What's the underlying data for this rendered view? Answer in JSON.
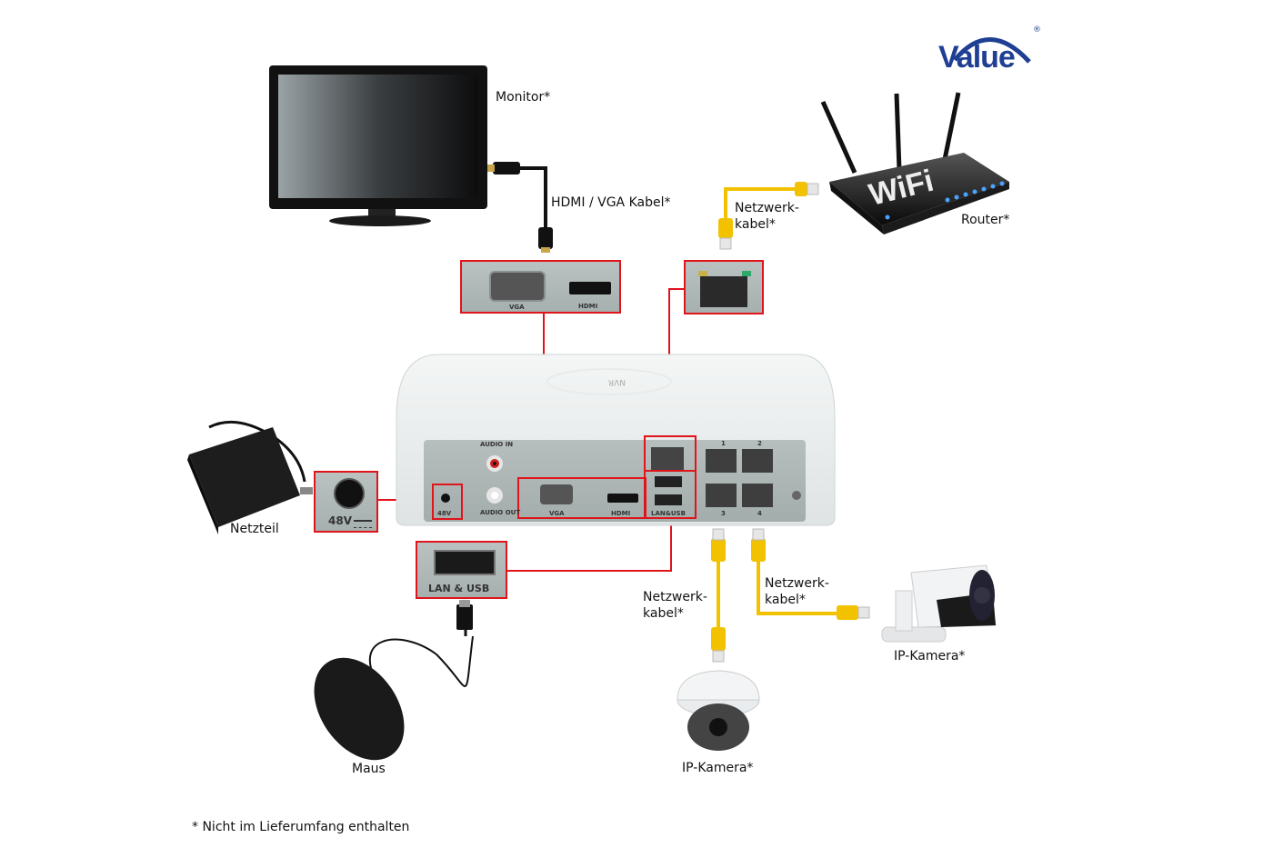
{
  "brand": {
    "logo_text": "Value",
    "registered_mark": "®",
    "color": "#1f3f93"
  },
  "devices": {
    "monitor": {
      "label": "Monitor*"
    },
    "hdmi_cable": {
      "label": "HDMI / VGA Kabel*"
    },
    "router": {
      "label": "Router*",
      "screen_text": "WiFi"
    },
    "router_cable": {
      "label_line1": "Netzwerk-",
      "label_line2": "kabel*"
    },
    "power_supply": {
      "label": "Netzteil"
    },
    "mouse": {
      "label": "Maus"
    },
    "dome_camera": {
      "label": "IP-Kamera*"
    },
    "bullet_camera": {
      "label": "IP-Kamera*"
    },
    "camera_cable_left": {
      "label_line1": "Netzwerk-",
      "label_line2": "kabel*"
    },
    "camera_cable_right": {
      "label_line1": "Netzwerk-",
      "label_line2": "kabel*"
    }
  },
  "callouts": {
    "video": {
      "vga": "VGA",
      "hdmi": "HDMI"
    },
    "lan": {},
    "power": {
      "voltage": "48V"
    },
    "usb": {
      "label": "LAN & USB"
    }
  },
  "nvr": {
    "top_text": "NVR",
    "audio_in": "AUDIO IN",
    "audio_out": "AUDIO OUT",
    "power": "48V",
    "vga": "VGA",
    "hdmi": "HDMI",
    "lan_usb": "LAN&USB",
    "ports": [
      "1",
      "2",
      "3",
      "4"
    ]
  },
  "colors": {
    "callout_border": "#e0141b",
    "cable_yellow": "#f2c200"
  },
  "footnote": "* Nicht im Lieferumfang enthalten"
}
